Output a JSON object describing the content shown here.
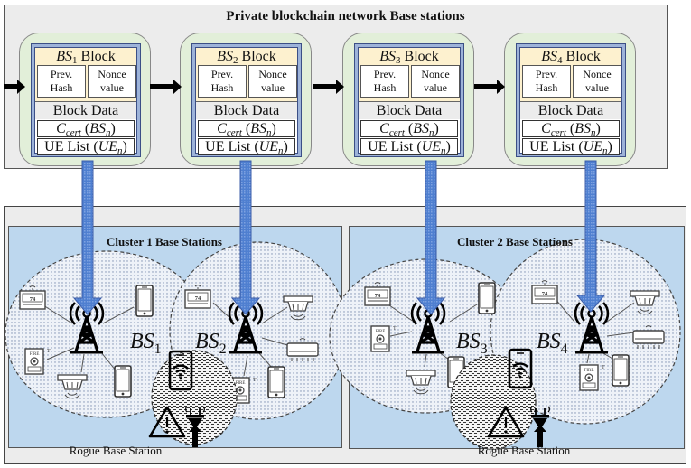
{
  "title": "Private blockchain  network  Base stations",
  "blocks": [
    {
      "bs": "BS",
      "sub": "1",
      "suffix": "Block",
      "prev": [
        "Prev.",
        "Hash"
      ],
      "nonce": [
        "Nonce",
        "value"
      ],
      "data_label": "Block Data",
      "cert": {
        "c": "C",
        "csub": "cert",
        "arg": "BS",
        "argsub": "n"
      },
      "ue": {
        "label": "UE List",
        "arg": "UE",
        "argsub": "n"
      }
    },
    {
      "bs": "BS",
      "sub": "2",
      "suffix": "Block",
      "prev": [
        "Prev.",
        "Hash"
      ],
      "nonce": [
        "Nonce",
        "value"
      ],
      "data_label": "Block Data",
      "cert": {
        "c": "C",
        "csub": "cert",
        "arg": "BS",
        "argsub": "n"
      },
      "ue": {
        "label": "UE List",
        "arg": "UE",
        "argsub": "n"
      }
    },
    {
      "bs": "BS",
      "sub": "3",
      "suffix": "Block",
      "prev": [
        "Prev.",
        "Hash"
      ],
      "nonce": [
        "Nonce",
        "value"
      ],
      "data_label": "Block Data",
      "cert": {
        "c": "C",
        "csub": "cert",
        "arg": "BS",
        "argsub": "n"
      },
      "ue": {
        "label": "UE List",
        "arg": "UE",
        "argsub": "n"
      }
    },
    {
      "bs": "BS",
      "sub": "4",
      "suffix": "Block",
      "prev": [
        "Prev.",
        "Hash"
      ],
      "nonce": [
        "Nonce",
        "value"
      ],
      "data_label": "Block Data",
      "cert": {
        "c": "C",
        "csub": "cert",
        "arg": "BS",
        "argsub": "n"
      },
      "ue": {
        "label": "UE List",
        "arg": "UE",
        "argsub": "n"
      }
    }
  ],
  "clusters": [
    {
      "title": "Cluster 1 Base Stations",
      "stations": [
        {
          "bs": "BS",
          "sub": "1"
        },
        {
          "bs": "BS",
          "sub": "2"
        }
      ],
      "rogue_label": "Rogue Base  Station"
    },
    {
      "title": "Cluster 2 Base Stations",
      "stations": [
        {
          "bs": "BS",
          "sub": "3"
        },
        {
          "bs": "BS",
          "sub": "4"
        }
      ],
      "rogue_label": "Rogue Base  Station"
    }
  ],
  "device_icons": [
    "thermostat-icon",
    "smartphone-icon",
    "fire-alarm-panel-icon",
    "smoke-detector-icon",
    "air-conditioner-icon"
  ],
  "thermostat_reading": "74",
  "colors": {
    "chain_panel_bg": "#ececec",
    "block_wrap_bg": "#e2efd9",
    "block_head_bg": "#fdf1cf",
    "block_border": "#3b4f86",
    "cluster_bg": "#bdd7ee",
    "arrow_blue": "#4472c4"
  }
}
